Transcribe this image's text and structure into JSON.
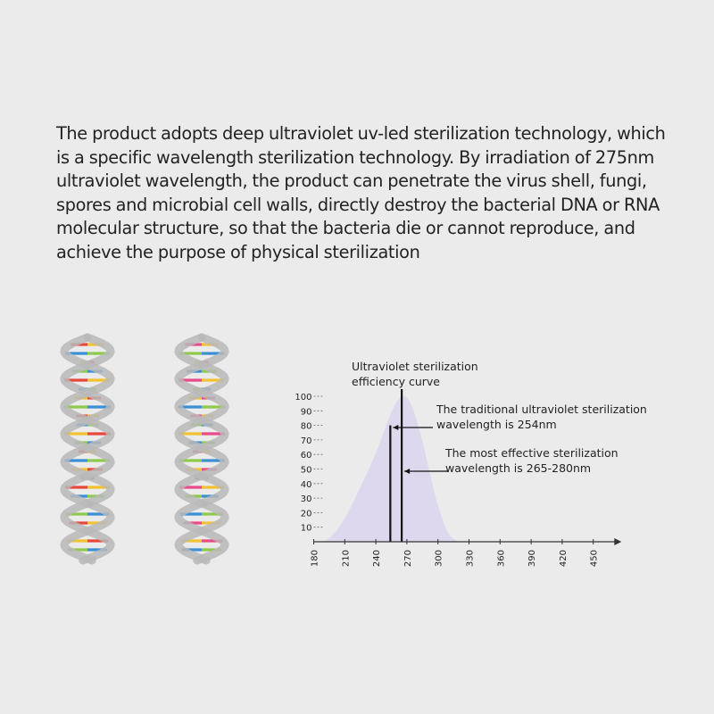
{
  "description": "The product adopts deep ultraviolet uv-led sterilization technology, which is a specific wavelength sterilization technology. By irradiation of 275nm ultraviolet wavelength, the product can penetrate the virus shell, fungi, spores and microbial cell walls, directly destroy the bacterial DNA or RNA molecular structure, so that the bacteria die or cannot reproduce, and achieve the purpose of physical sterilization",
  "colors": {
    "background": "#ebebeb",
    "curve_fill": "#ddd6ee",
    "helix_strand": "#b9b9b9",
    "base_red": "#e8473e",
    "base_blue": "#3a8fd6",
    "base_yellow": "#f2c230",
    "base_green": "#8fc94a",
    "base_pink": "#e84a8c"
  },
  "chart_data": {
    "type": "area",
    "title_lines": [
      "Ultraviolet sterilization",
      "efficiency curve"
    ],
    "x_ticks": [
      180,
      210,
      240,
      270,
      300,
      330,
      360,
      390,
      420,
      450
    ],
    "y_ticks": [
      10,
      20,
      30,
      40,
      50,
      60,
      70,
      80,
      90,
      100
    ],
    "xlim": [
      180,
      460
    ],
    "ylim": [
      0,
      100
    ],
    "curve": {
      "x": [
        190,
        200,
        210,
        220,
        230,
        240,
        250,
        255,
        260,
        265,
        270,
        275,
        280,
        285,
        290,
        300,
        310,
        320
      ],
      "y": [
        0,
        6,
        16,
        30,
        45,
        61,
        80,
        89,
        96,
        100,
        99,
        93,
        82,
        69,
        54,
        25,
        6,
        0
      ]
    },
    "markers": [
      {
        "x": 254,
        "y": 80,
        "label_lines": [
          "The traditional ultraviolet sterilization",
          "wavelength is 254nm"
        ]
      },
      {
        "x": 265,
        "y": 100,
        "label_lines": [
          "The most effective sterilization",
          "wavelength is 265-280nm"
        ]
      }
    ]
  }
}
